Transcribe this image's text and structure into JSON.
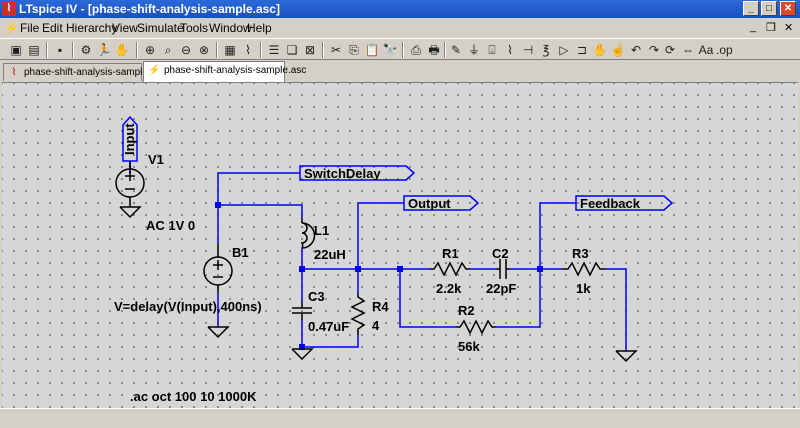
{
  "window": {
    "title": "LTspice IV - [phase-shift-analysis-sample.asc]"
  },
  "menu": [
    "File",
    "Edit",
    "Hierarchy",
    "View",
    "Simulate",
    "Tools",
    "Window",
    "Help"
  ],
  "tabs": [
    {
      "label": "phase-shift-analysis-sample.asc",
      "active": false,
      "icon": "waveform-icon"
    },
    {
      "label": "phase-shift-analysis-sample.asc",
      "active": true,
      "icon": "schematic-icon"
    }
  ],
  "schematic": {
    "labels": {
      "input": "Input",
      "switch_delay": "SwitchDelay",
      "output": "Output",
      "feedback": "Feedback"
    },
    "components": {
      "v1_name": "V1",
      "v1_value": "AC 1V 0",
      "b1_name": "B1",
      "b1_value": "V=delay(V(Input),400ns)",
      "l1_name": "L1",
      "l1_value": "22uH",
      "c3_name": "C3",
      "c3_value": "0.47uF",
      "r4_name": "R4",
      "r4_value": "4",
      "r1_name": "R1",
      "r1_value": "2.2k",
      "c2_name": "C2",
      "c2_value": "22pF",
      "r3_name": "R3",
      "r3_value": "1k",
      "r2_name": "R2",
      "r2_value": "56k"
    },
    "directive": ".ac oct 100 10 1000K"
  },
  "colors": {
    "wire": "#0000ff",
    "component": "#000000",
    "canvas": "#d6d6d6"
  }
}
